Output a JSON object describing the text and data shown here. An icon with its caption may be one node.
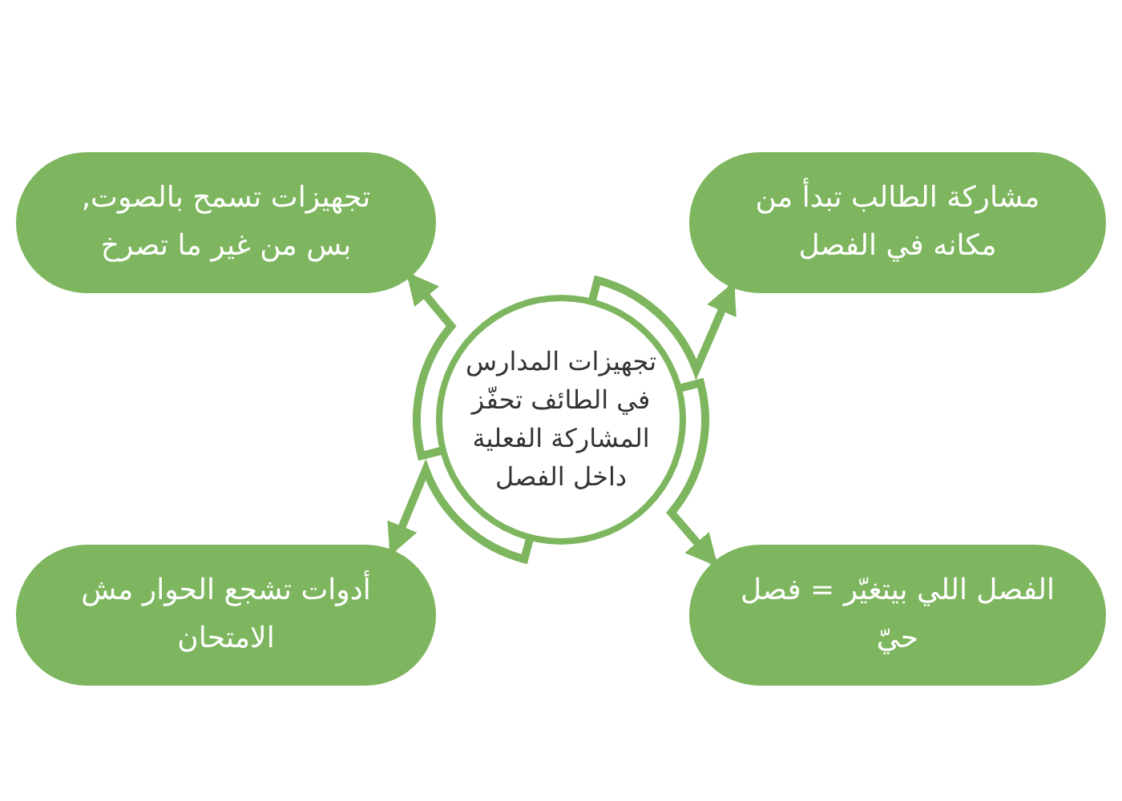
{
  "diagram": {
    "nodes": [
      {
        "text": [
          "تجهيزات المدارس في الطائف تحفّز المشاركة الفعلية داخل الفصل"
        ]
      },
      {
        "text": [
          "مشاركة الطالب تبدأ من مكانه في الفصل"
        ]
      },
      {
        "text": [
          "تجهيزات تسمح بالصوت, بس من غير ما تصرخ"
        ]
      },
      {
        "text": [
          "الفصل اللي بيتغيّر = فصل حيّ"
        ]
      },
      {
        "text": [
          "أدوات تشجع الحوار مش الامتحان"
        ]
      }
    ],
    "edges": [
      {
        "from": 0,
        "to": 1,
        "arrow": "to"
      },
      {
        "from": 0,
        "to": 3,
        "arrow": "to"
      },
      {
        "from": 0,
        "to": 4,
        "arrow": "to"
      },
      {
        "from": 0,
        "to": 2,
        "arrow": "to"
      }
    ]
  }
}
